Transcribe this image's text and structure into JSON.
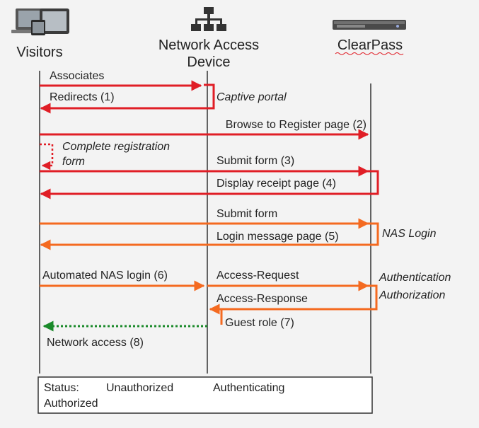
{
  "actors": {
    "visitors": {
      "label": "Visitors"
    },
    "nad": {
      "label_line1": "Network Access",
      "label_line2": "Device"
    },
    "clearpass": {
      "label": "ClearPass"
    }
  },
  "messages": {
    "associates": "Associates",
    "redirects": "Redirects (1)",
    "browse": "Browse to Register page (2)",
    "complete_line1": "Complete registration",
    "complete_line2": "form",
    "submit_form_3": "Submit form (3)",
    "display_receipt": "Display receipt page (4)",
    "submit_form": "Submit form",
    "login_message": "Login message page (5)",
    "auto_nas": "Automated NAS login (6)",
    "access_request": "Access-Request",
    "access_response": "Access-Response",
    "guest_role": "Guest role (7)",
    "network_access": "Network access (8)"
  },
  "notes": {
    "captive_portal": "Captive portal",
    "nas_login": "NAS Login",
    "authentication": "Authentication",
    "authorization": "Authorization"
  },
  "status": {
    "label": "Status:",
    "unauthorized": "Unauthorized",
    "authenticating": "Authenticating",
    "authorized": "Authorized"
  },
  "colors": {
    "red": "#e01e26",
    "orange": "#f46a20",
    "green": "#1a8a2a",
    "lifeline": "#333333"
  }
}
